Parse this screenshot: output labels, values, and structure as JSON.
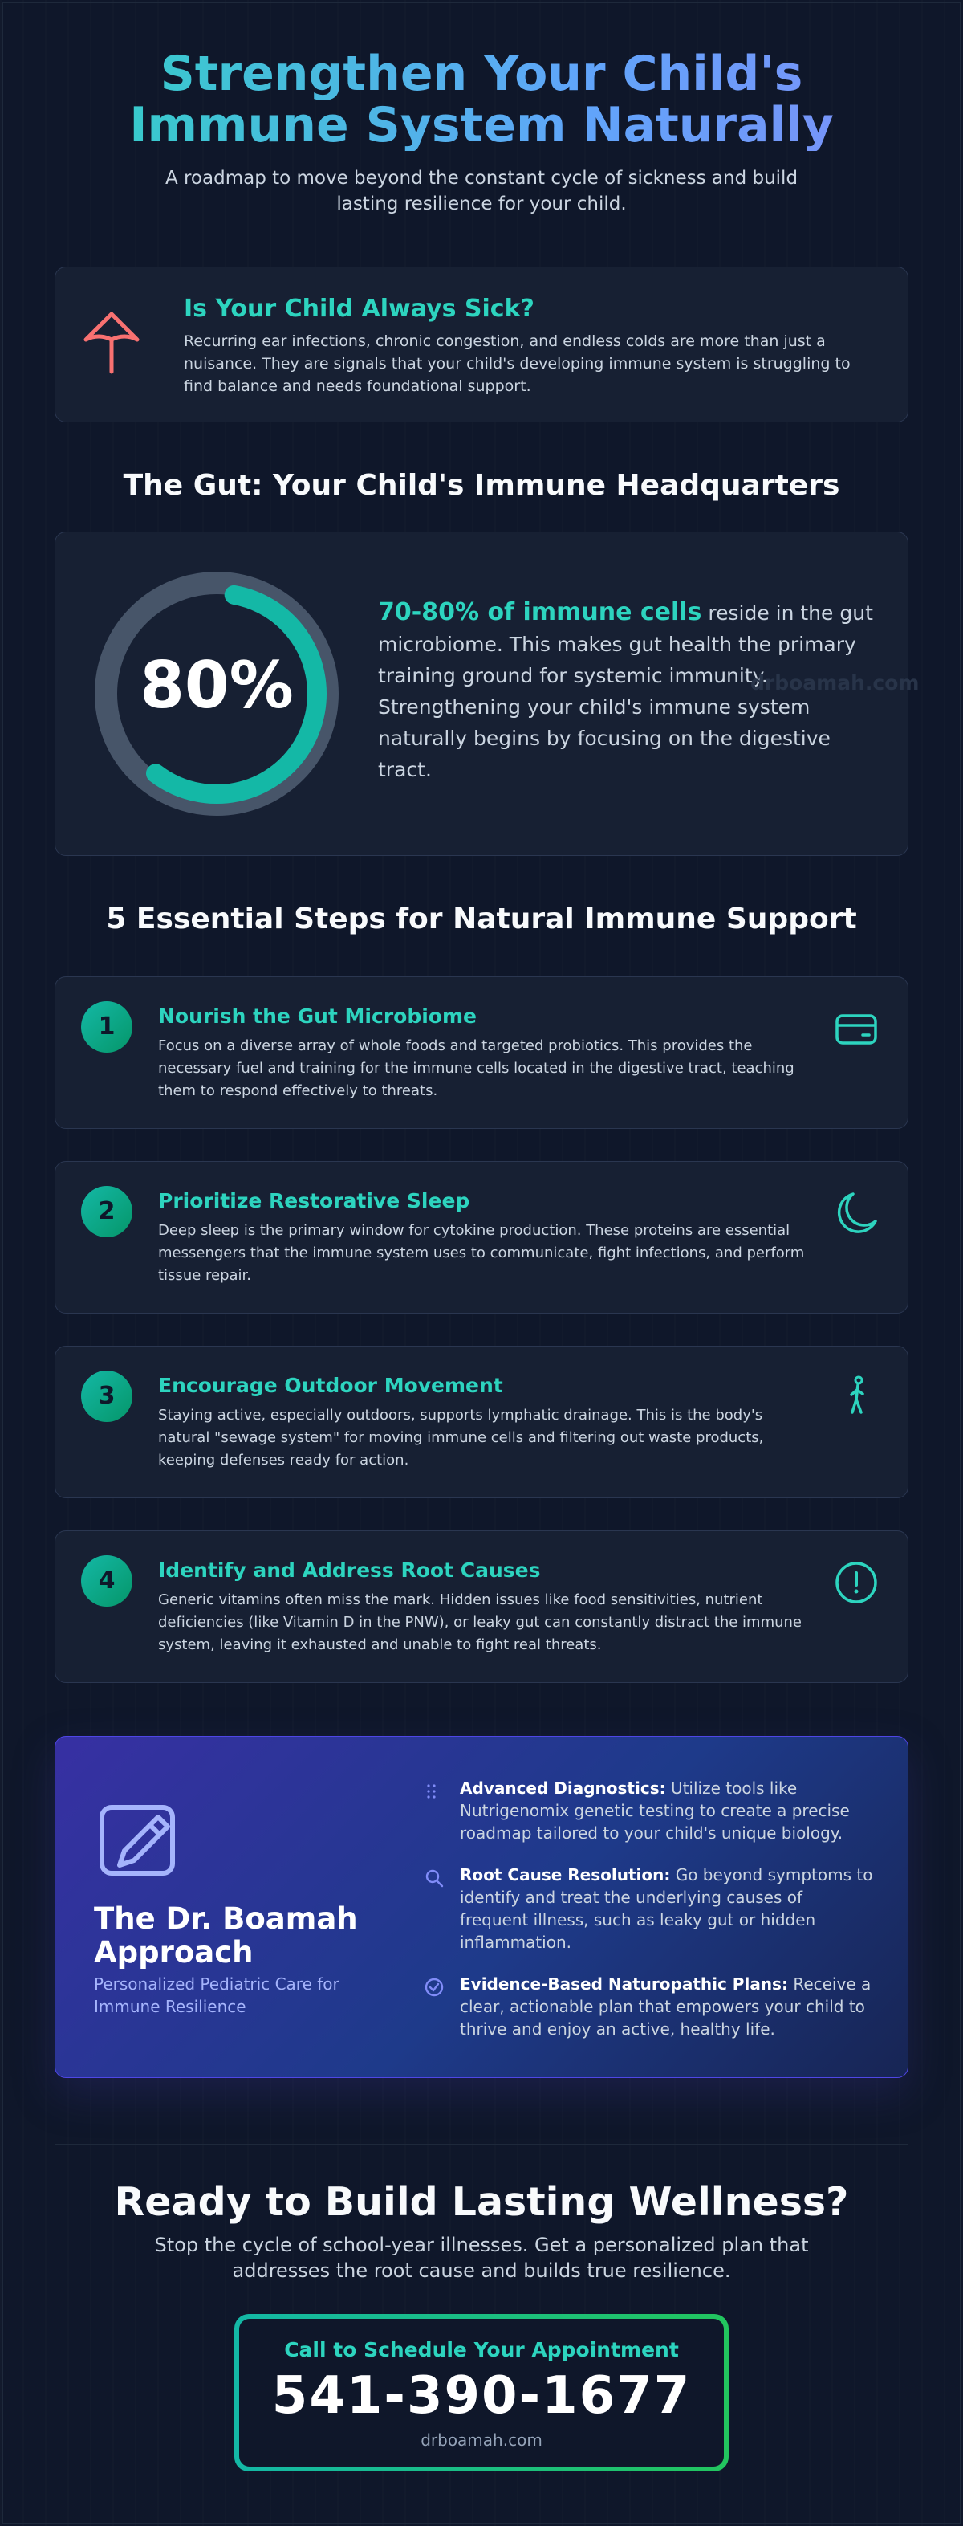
{
  "hero": {
    "title_line1": "Strengthen Your Child's",
    "title_line2": "Immune System Naturally",
    "subtitle": "A roadmap to move beyond the constant cycle of sickness and build lasting resilience for your child."
  },
  "sick_card": {
    "title": "Is Your Child Always Sick?",
    "text": "Recurring ear infections, chronic congestion, and endless colds are more than just a nuisance. They are signals that your child's developing immune system is struggling to find balance and needs foundational support.",
    "icon": "umbrella-icon"
  },
  "gut": {
    "section_title": "The Gut: Your Child's Immune Headquarters",
    "percent_label": "80%",
    "percent_value": 80,
    "highlight": "70-80% of immune cells",
    "text": " reside in the gut microbiome. This makes gut health the primary training ground for systemic immunity. Strengthening your child's immune system naturally begins by focusing on the digestive tract.",
    "watermark": "drboamah.com"
  },
  "steps_title": "5 Essential Steps for Natural Immune Support",
  "steps": [
    {
      "number": "1",
      "title": "Nourish the Gut Microbiome",
      "text": "Focus on a diverse array of whole foods and targeted probiotics. This provides the necessary fuel and training for the immune cells located in the digestive tract, teaching them to respond effectively to threats.",
      "icon": "food-container-icon"
    },
    {
      "number": "2",
      "title": "Prioritize Restorative Sleep",
      "text": "Deep sleep is the primary window for cytokine production. These proteins are essential messengers that the immune system uses to communicate, fight infections, and perform tissue repair.",
      "icon": "moon-icon"
    },
    {
      "number": "3",
      "title": "Encourage Outdoor Movement",
      "text": "Staying active, especially outdoors, supports lymphatic drainage. This is the body's natural \"sewage system\" for moving immune cells and filtering out waste products, keeping defenses ready for action.",
      "icon": "walking-person-icon"
    },
    {
      "number": "4",
      "title": "Identify and Address Root Causes",
      "text": "Generic vitamins often miss the mark. Hidden issues like food sensitivities, nutrient deficiencies (like Vitamin D in the PNW), or leaky gut can constantly distract the immune system, leaving it exhausted and unable to fight real threats.",
      "icon": "alert-circle-icon"
    }
  ],
  "approach": {
    "title": "The Dr. Boamah Approach",
    "subtitle": "Personalized Pediatric Care for Immune Resilience",
    "items": [
      {
        "bold": "Advanced Diagnostics:",
        "text": " Utilize tools like Nutrigenomix genetic testing to create a precise roadmap tailored to your child's unique biology.",
        "icon": "dna-dots-icon"
      },
      {
        "bold": "Root Cause Resolution:",
        "text": " Go beyond symptoms to identify and treat the underlying causes of frequent illness, such as leaky gut or hidden inflammation.",
        "icon": "search-icon"
      },
      {
        "bold": "Evidence-Based Naturopathic Plans:",
        "text": " Receive a clear, actionable plan that empowers your child to thrive and enjoy an active, healthy life.",
        "icon": "check-circle-icon"
      }
    ]
  },
  "cta": {
    "title": "Ready to Build Lasting Wellness?",
    "text": "Stop the cycle of school-year illnesses. Get a personalized plan that addresses the root cause and builds true resilience.",
    "label": "Call to Schedule Your Appointment",
    "phone": "541-390-1677",
    "site": "drboamah.com"
  },
  "colors": {
    "background": "#0f172a",
    "card": "#172033",
    "accent_teal": "#2dd4bf",
    "accent_coral": "#f87171",
    "accent_green": "#22c55e",
    "approach_indigo": "#3730a3"
  }
}
